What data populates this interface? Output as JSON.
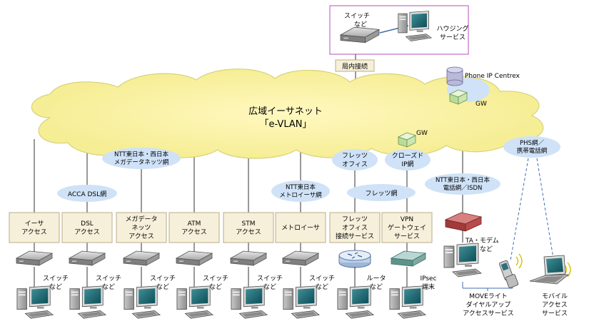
{
  "housing": {
    "switch_label": [
      "スイッチ",
      "など"
    ],
    "service_label": [
      "ハウジング",
      "サービス"
    ],
    "connect_label": "局内接続"
  },
  "cloud": {
    "title_line1": "広域イーサネット",
    "title_line2": "「e-VLAN」"
  },
  "ip_centrex": {
    "label": "Phone IP Centrex",
    "gw_label": "GW"
  },
  "gw2": {
    "label": "GW"
  },
  "networks": {
    "acca": "ACCA DSL網",
    "megadata": [
      "NTT東日本・西日本",
      "メガデータネッツ網"
    ],
    "metro": [
      "NTT東日本",
      "メトロイーサ網"
    ],
    "flets_office": [
      "フレッツ",
      "オフィス"
    ],
    "flets": "フレッツ網",
    "closed_ip": [
      "クローズド",
      "IP網"
    ],
    "phone_isdn": [
      "NTT東日本・西日本",
      "電話網／ISDN"
    ],
    "phs": [
      "PHS網／",
      "携帯電話網"
    ]
  },
  "access_boxes": [
    {
      "lines": [
        "イーサ",
        "アクセス"
      ]
    },
    {
      "lines": [
        "DSL",
        "アクセス"
      ]
    },
    {
      "lines": [
        "メガデータ",
        "ネッツ",
        "アクセス"
      ]
    },
    {
      "lines": [
        "ATM",
        "アクセス"
      ]
    },
    {
      "lines": [
        "STM",
        "アクセス"
      ]
    },
    {
      "lines": [
        "メトロイーサ"
      ]
    },
    {
      "lines": [
        "フレッツ",
        "オフィス",
        "接続サービス"
      ]
    },
    {
      "lines": [
        "VPN",
        "ゲートウェイ",
        "サービス"
      ]
    }
  ],
  "device_labels": [
    [
      "スイッチ",
      "など"
    ],
    [
      "スイッチ",
      "など"
    ],
    [
      "スイッチ",
      "など"
    ],
    [
      "スイッチ",
      "など"
    ],
    [
      "スイッチ",
      "など"
    ],
    [
      "スイッチ",
      "など"
    ],
    [
      "ルータ",
      "など"
    ],
    [
      "IPsec",
      "端末"
    ]
  ],
  "modem_label": [
    "TA・モデム",
    "など"
  ],
  "move_label": [
    "MOVEライト",
    "ダイヤルアップ",
    "アクセスサービス"
  ],
  "mobile_label": [
    "モバイル",
    "アクセス",
    "サービス"
  ],
  "colors": {
    "cloud_fill": "#fffcb8",
    "cloud_stroke": "#d8d27a",
    "oval_fill": "#cfe2f7",
    "box_fill": "#f6f0da",
    "box_stroke": "#b9ad87",
    "housing_stroke": "#c06fc4",
    "gw_fill": "#d9efc2",
    "modem_fill": "#b84a4a"
  }
}
